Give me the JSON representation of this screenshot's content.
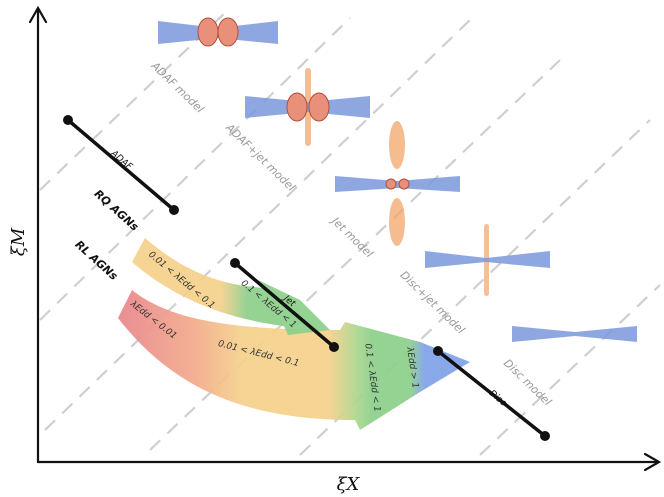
{
  "axes": {
    "x_label": "ξX",
    "y_label": "ξM"
  },
  "models": [
    {
      "label": "ADAF model"
    },
    {
      "label": "ADAF+jet model"
    },
    {
      "label": "Jet model"
    },
    {
      "label": "Disc+jet model"
    },
    {
      "label": "Disc model"
    }
  ],
  "sequences": {
    "adaf": "ADAF",
    "jet": "Jet",
    "disc": "Disc"
  },
  "agn": {
    "rq": "RQ AGNs",
    "rl": "RL AGNs"
  },
  "bands": {
    "rq_low": "0.01 < λEdd < 0.1",
    "rq_mid": "0.1 < λEdd < 1",
    "rl_low": "λEdd < 0.01",
    "rl_mid": "0.01 < λEdd < 0.1",
    "rl_high": "0.1 < λEdd < 1",
    "rl_top": "λEdd > 1"
  },
  "colors": {
    "red": "#e8848a",
    "yellow": "#f5d08a",
    "green": "#8ccf8a",
    "blue": "#7fa1e8",
    "disc_blue": "#6f8fd8",
    "lobe": "#e9907a",
    "jet": "#f0a66a"
  }
}
